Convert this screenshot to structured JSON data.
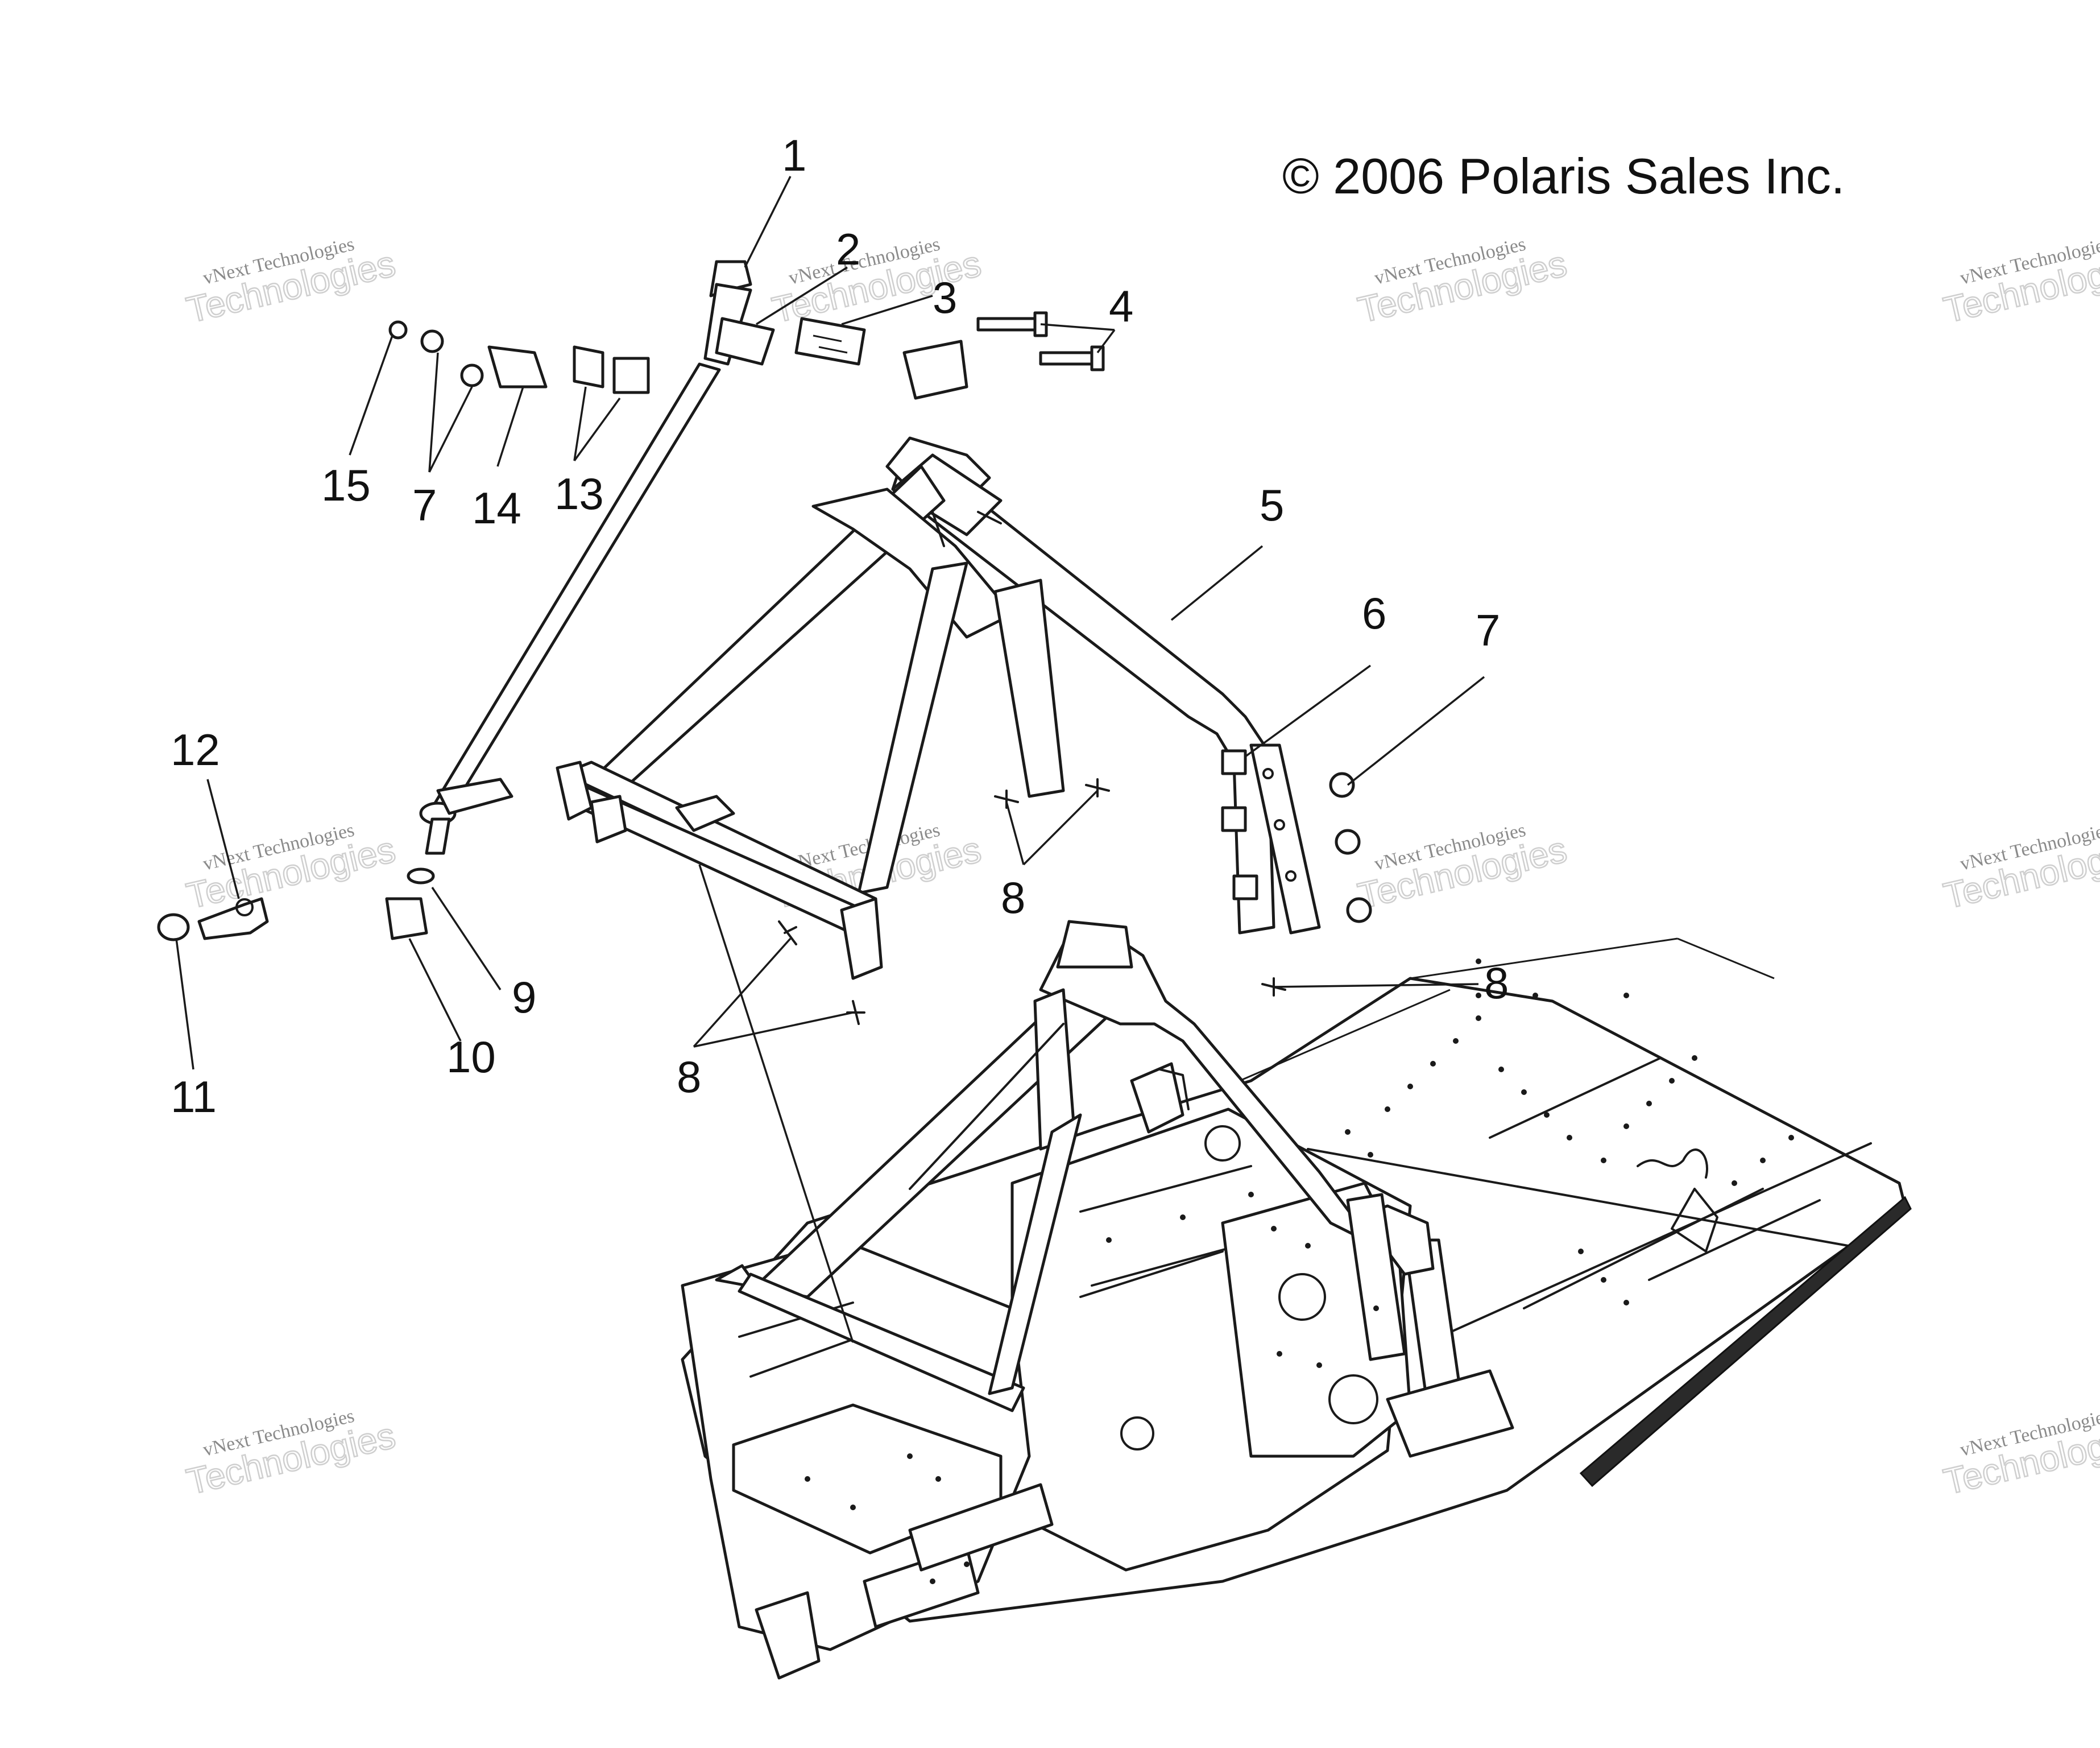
{
  "copyright": "© 2006 Polaris Sales Inc.",
  "watermark": {
    "line1": "vNext Technologies",
    "line2": "Technologies"
  },
  "callouts": [
    "1",
    "2",
    "3",
    "4",
    "5",
    "6",
    "7",
    "7",
    "8",
    "8",
    "8",
    "9",
    "10",
    "11",
    "12",
    "13",
    "14",
    "15"
  ],
  "colors": {
    "ink": "#1a1a1a",
    "background": "#ffffff",
    "watermark": "#cfcfcf"
  }
}
